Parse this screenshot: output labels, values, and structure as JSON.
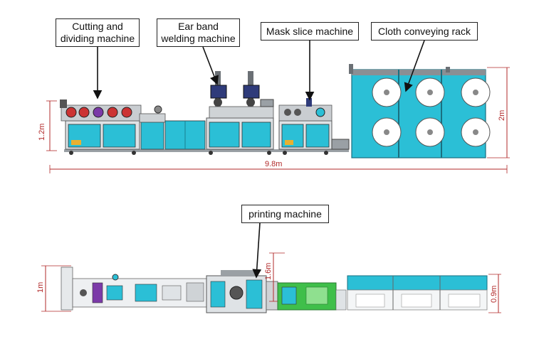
{
  "labels": {
    "cutting": [
      "Cutting and",
      "dividing machine"
    ],
    "ear_band": [
      "Ear band",
      "welding machine"
    ],
    "mask_slice": "Mask slice machine",
    "cloth_rack": "Cloth conveying rack",
    "printing": "printing machine"
  },
  "dimensions": {
    "top_height_left": "1.2m",
    "top_length": "9.8m",
    "top_height_right": "2m",
    "bottom_height_left": "1m",
    "bottom_height_mid": "1.6m",
    "bottom_height_right": "0.9m"
  },
  "colors": {
    "panel_cyan": "#2bbfd6",
    "dimension_red": "#b22a2a",
    "machine_green": "#3fbf4a",
    "frame_gray": "#8a8f94"
  }
}
